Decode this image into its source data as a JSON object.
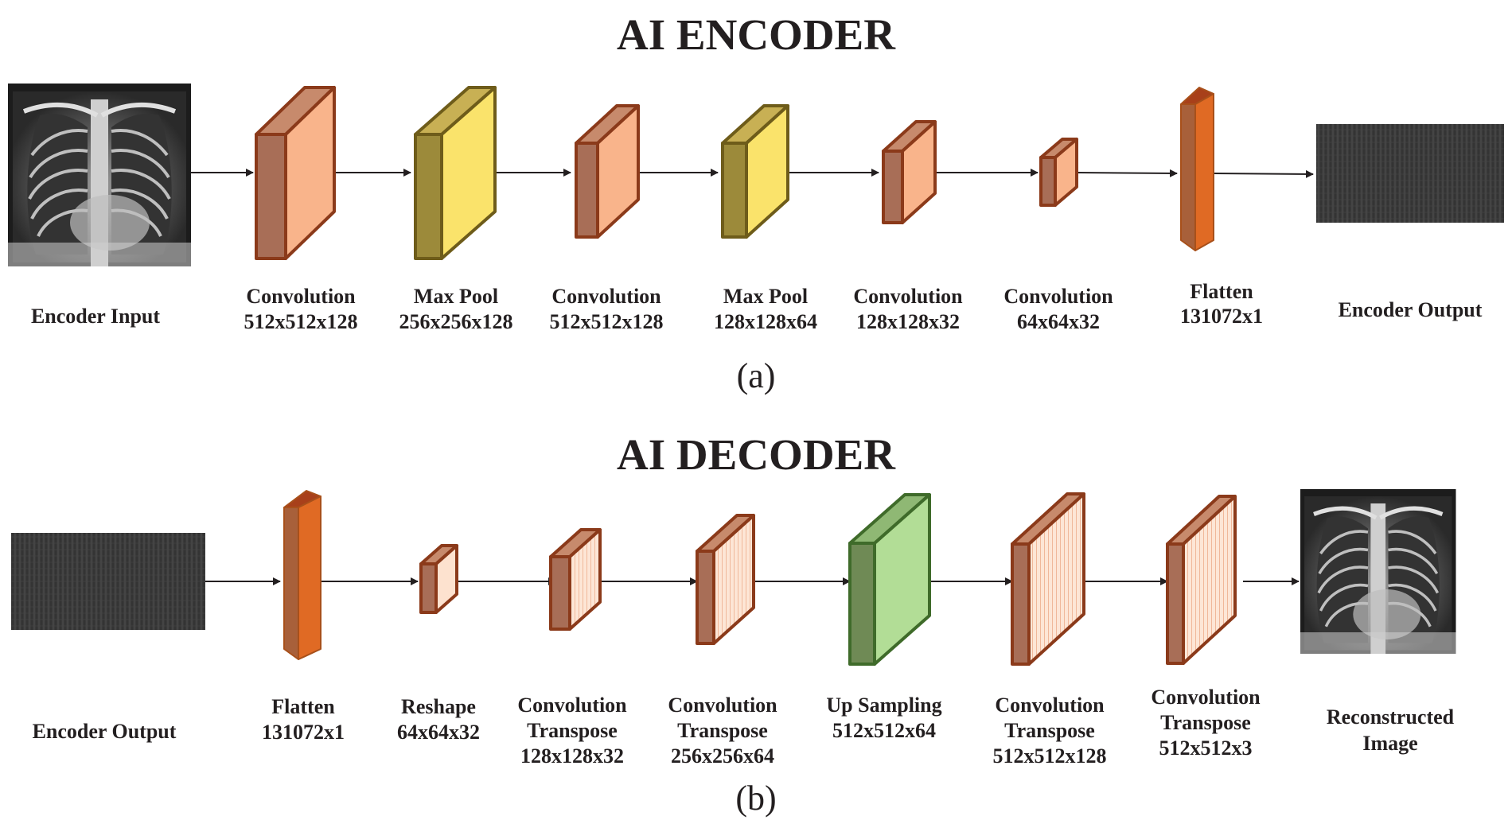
{
  "encoder": {
    "title": "AI ENCODER",
    "caption": "(a)",
    "input_label": "Encoder Input",
    "output_label": "Encoder Output",
    "layers": [
      {
        "name": "Convolution",
        "dims": "512x512x128"
      },
      {
        "name": "Max Pool",
        "dims": "256x256x128"
      },
      {
        "name": "Convolution",
        "dims": "512x512x128"
      },
      {
        "name": "Max Pool",
        "dims": "128x128x64"
      },
      {
        "name": "Convolution",
        "dims": "128x128x32"
      },
      {
        "name": "Convolution",
        "dims": "64x64x32"
      },
      {
        "name": "Flatten",
        "dims": "131072x1"
      }
    ]
  },
  "decoder": {
    "title": "AI DECODER",
    "caption": "(b)",
    "input_label": "Encoder Output",
    "output_label_line1": "Reconstructed",
    "output_label_line2": "Image",
    "layers": [
      {
        "name": "Flatten",
        "dims": "131072x1"
      },
      {
        "name": "Reshape",
        "dims": "64x64x32"
      },
      {
        "name": "Convolution",
        "name2": "Transpose",
        "dims": "128x128x32"
      },
      {
        "name": "Convolution",
        "name2": "Transpose",
        "dims": "256x256x64"
      },
      {
        "name": "Up Sampling",
        "dims": "512x512x64"
      },
      {
        "name": "Convolution",
        "name2": "Transpose",
        "dims": "512x512x128"
      },
      {
        "name": "Convolution",
        "name2": "Transpose",
        "dims": "512x512x3"
      }
    ]
  },
  "colors": {
    "conv_front": "#f9b48b",
    "conv_side": "#a86e57",
    "conv_edge": "#8b3a1a",
    "pool_front": "#fae36b",
    "pool_side": "#9c8a3a",
    "pool_edge": "#6e5c1a",
    "flatten_front": "#e06a24",
    "flatten_side": "#a8603a",
    "upsample_front": "#b2dd96",
    "upsample_side": "#6f8a55",
    "upsample_edge": "#3f6b2a",
    "transpose_front": "#fde2cf"
  }
}
